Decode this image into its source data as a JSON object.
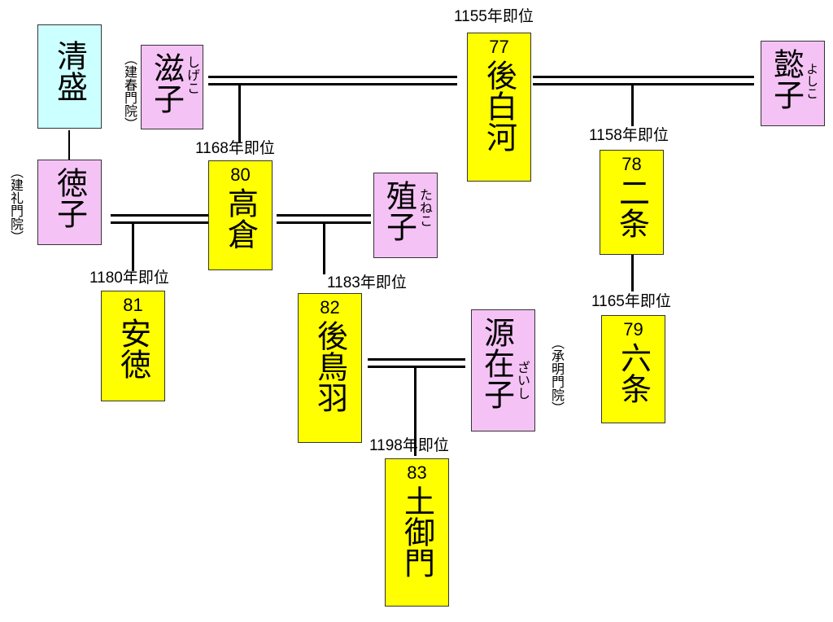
{
  "people": {
    "kiyomori": {
      "name": "清盛"
    },
    "shigeko": {
      "name": "滋子",
      "reading": "しげこ",
      "title": "（建春門院）"
    },
    "goshirakawa": {
      "number": "77",
      "name": "後白河"
    },
    "yoshiko": {
      "name": "懿子",
      "reading": "よしこ"
    },
    "tokuko": {
      "name": "徳子",
      "title": "（建礼門院）"
    },
    "takakura": {
      "number": "80",
      "name": "高倉"
    },
    "taneko": {
      "name": "殖子",
      "reading": "たねこ"
    },
    "nijo": {
      "number": "78",
      "name": "二条"
    },
    "antoku": {
      "number": "81",
      "name": "安徳"
    },
    "gotoba": {
      "number": "82",
      "name": "後鳥羽"
    },
    "zaishi": {
      "name": "源在子",
      "reading": "ざいし",
      "title": "（承明門院）"
    },
    "rokujo": {
      "number": "79",
      "name": "六条"
    },
    "tsuchimikado": {
      "number": "83",
      "name": "土御門"
    }
  },
  "accessions": {
    "goshirakawa": "1155年即位",
    "takakura": "1168年即位",
    "nijo": "1158年即位",
    "antoku": "1180年即位",
    "gotoba": "1183年即位",
    "rokujo": "1165年即位",
    "tsuchimikado": "1198年即位"
  },
  "colors": {
    "emperor": "#ffff00",
    "consort": "#f5c2f5",
    "taira": "#ccffff"
  }
}
